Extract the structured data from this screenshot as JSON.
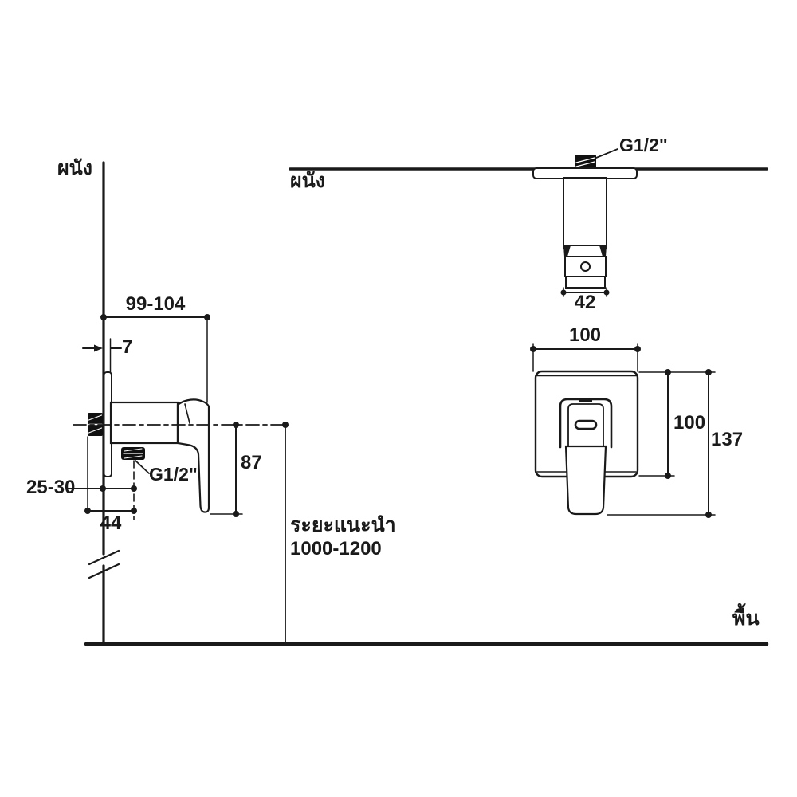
{
  "meta": {
    "background": "#ffffff",
    "line_color": "#1a1a1a"
  },
  "side_view": {
    "wall_label": "ผนัง",
    "thread_label": "G1/2\"",
    "dims": {
      "offset": "99-104",
      "plate_thickness": "7",
      "wall_depth": "25-30",
      "inlet_span": "44",
      "handle_drop": "87"
    },
    "recommended_title": "ระยะแนะนำ",
    "recommended_range": "1000-1200",
    "floor_label": "พื้น"
  },
  "shower_arm_view": {
    "wall_label": "ผนัง",
    "thread_label": "G1/2\"",
    "dims": {
      "width": "42"
    }
  },
  "front_view": {
    "dims": {
      "width": "100",
      "height": "100",
      "total_height": "137"
    }
  }
}
